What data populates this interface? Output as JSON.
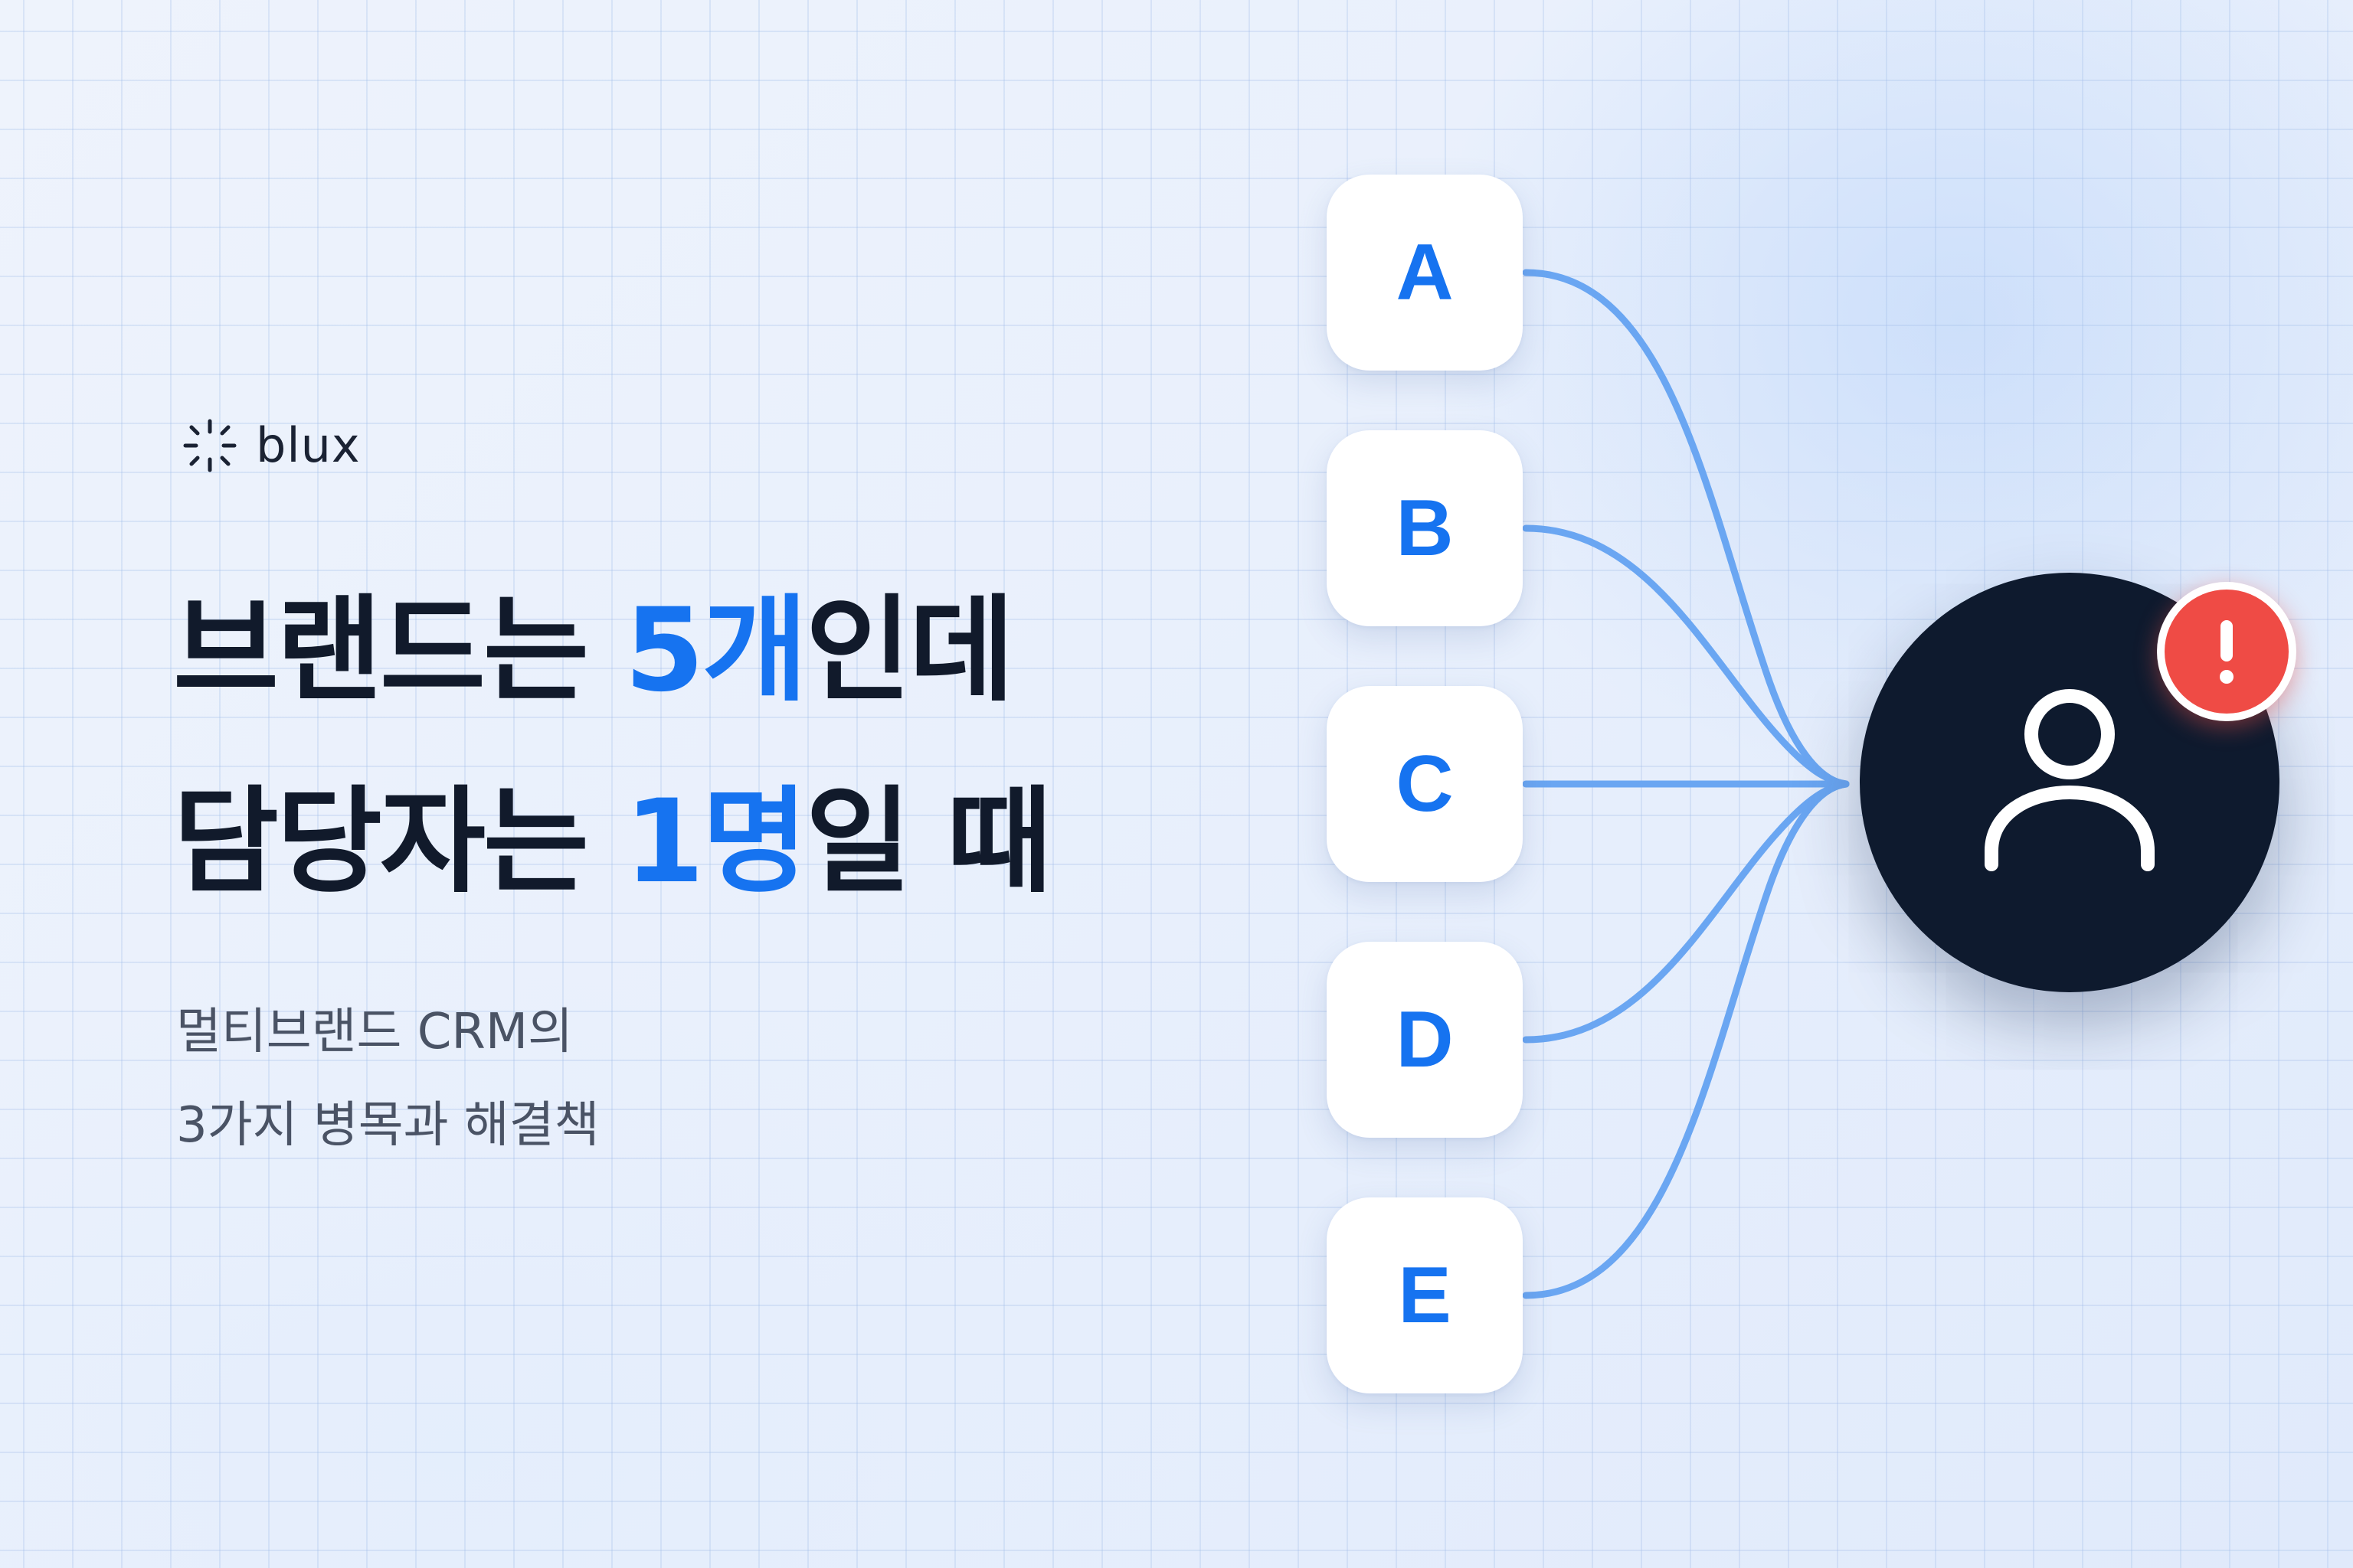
{
  "logo": {
    "icon": "sparkle-dots-icon",
    "text": "blux"
  },
  "headline": {
    "line1_before": "브랜드는 ",
    "line1_highlight": "5개",
    "line1_after": "인데",
    "line2_before": "담당자는 ",
    "line2_highlight": "1명",
    "line2_after": "일 때"
  },
  "subtitle": {
    "line1": "멀티브랜드 CRM의",
    "line2": "3가지 병목과 해결책"
  },
  "diagram": {
    "brands": [
      {
        "label": "A"
      },
      {
        "label": "B"
      },
      {
        "label": "C"
      },
      {
        "label": "D"
      },
      {
        "label": "E"
      }
    ],
    "manager_icon": "user-icon",
    "alert_icon": "exclamation-icon"
  },
  "colors": {
    "accent": "#1673f0",
    "connector": "#6aa6f2",
    "dark_circle": "#0e1a2e",
    "alert": "#ef4b45",
    "headline_text": "#111a2b",
    "subtitle_text": "#4a5365"
  }
}
